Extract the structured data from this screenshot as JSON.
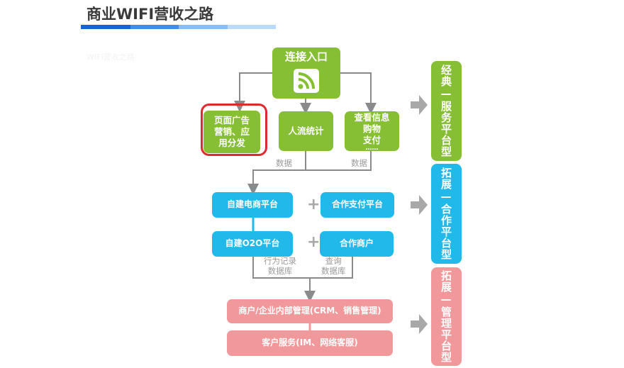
{
  "header": {
    "title": "商业WIFI营收之路",
    "faint_caption": "WIFI营收之路"
  },
  "colors": {
    "green": "#86bf34",
    "blue": "#21b8ea",
    "pink": "#f0989a",
    "highlight_red": "#e0282f",
    "connector_gray": "#8a8a8a",
    "title_bar": [
      "#1565d8",
      "#3f8fea",
      "#86bdf5",
      "#b9dafb"
    ]
  },
  "flow": {
    "entry": {
      "label": "连接入口",
      "icon": "rss-wifi-icon"
    },
    "tier1": [
      {
        "label": "页面广告\n营销、应\n用分发",
        "highlighted": true
      },
      {
        "label": "人流统计"
      },
      {
        "label": "查看信息\n购物\n支付",
        "suffix": "……"
      }
    ],
    "data_labels": [
      "数据",
      "数据"
    ],
    "tier2": {
      "row1": {
        "left": "自建电商平台",
        "plus": "+",
        "right": "合作支付平台"
      },
      "row2": {
        "left": "自建O2O平台",
        "plus": "+",
        "right": "合作商户"
      }
    },
    "db_labels": [
      "行为记录\n数据库",
      "查询\n数据库"
    ],
    "tier3": [
      "商户/企业内部管理(CRM、销售管理)",
      "客户服务(IM、网络客服)"
    ]
  },
  "categories": [
    {
      "label": "经典—服务平台型",
      "color": "green"
    },
    {
      "label": "拓展—合作平台型",
      "color": "blue"
    },
    {
      "label": "拓展—管理平台型",
      "color": "pink"
    }
  ]
}
